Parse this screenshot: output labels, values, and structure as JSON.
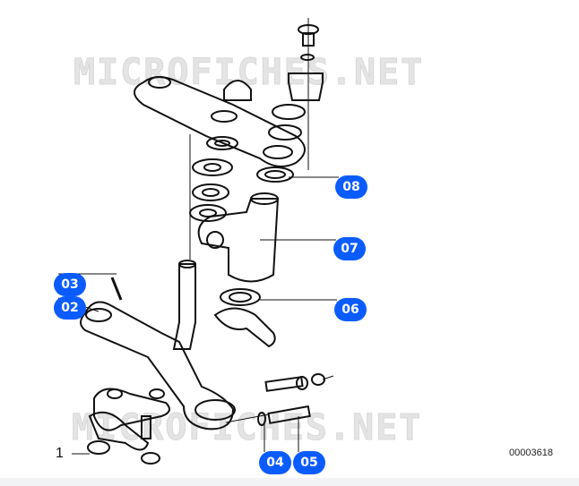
{
  "watermark": "MICROFICHES.NET",
  "diagram_code": "00003618",
  "plain_label": "1",
  "callouts": [
    "08",
    "07",
    "06",
    "03",
    "02",
    "04",
    "05"
  ],
  "colors": {
    "badge": "#0b5cff",
    "line": "#111111"
  }
}
